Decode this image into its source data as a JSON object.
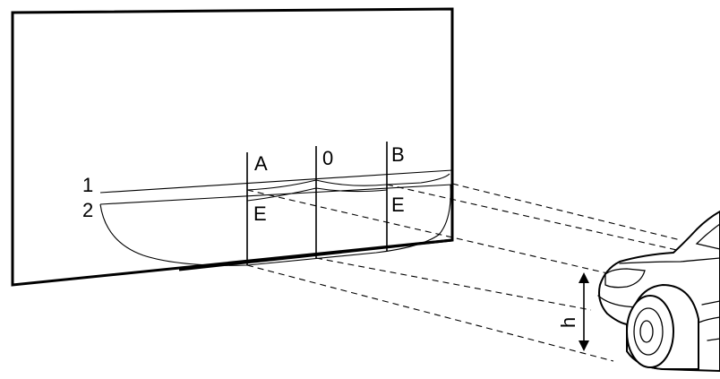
{
  "labels": {
    "line_1": "1",
    "line_2": "2",
    "point_a": "A",
    "point_zero": "0",
    "point_b": "B",
    "point_e_left": "E",
    "point_e_right": "E",
    "height_h": "h"
  },
  "colors": {
    "ink": "#000000",
    "background": "#ffffff"
  }
}
